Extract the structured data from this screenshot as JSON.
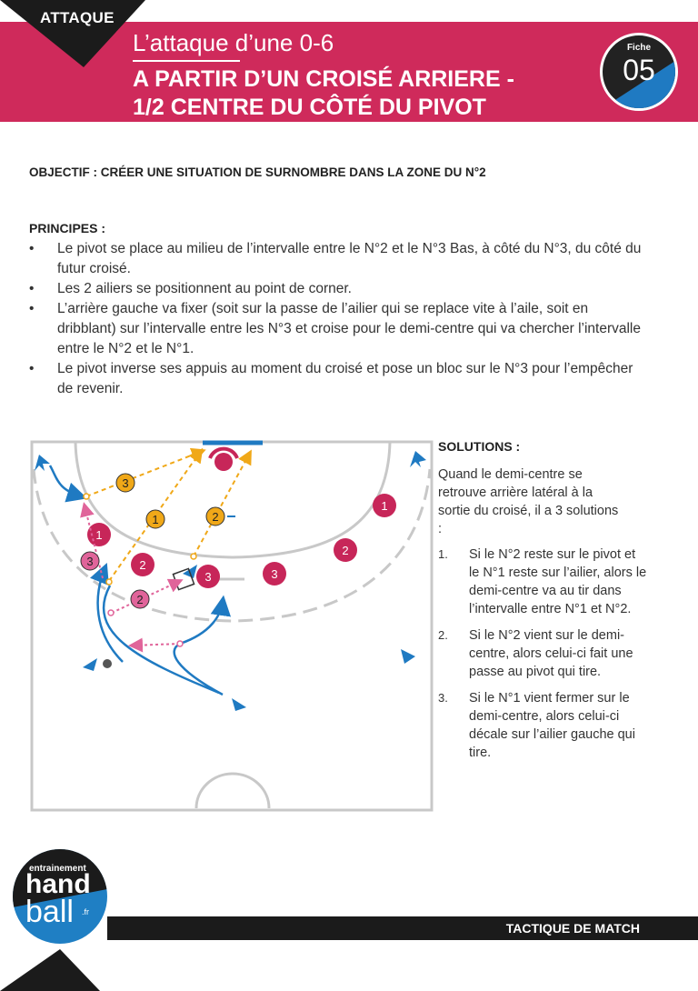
{
  "header": {
    "tag": "ATTAQUE",
    "title_light": "L’attaque d’une 0-6",
    "title_bold_line1": "A PARTIR D’UN CROISÉ ARRIERE -",
    "title_bold_line2": "1/2 CENTRE DU CÔTÉ DU PIVOT",
    "fiche_label": "Fiche",
    "fiche_number": "05"
  },
  "objective": "OBJECTIF : CRÉER UNE SITUATION DE SURNOMBRE DANS LA ZONE DU N°2",
  "principles": {
    "title": "PRINCIPES :",
    "items": [
      "Le pivot se place au milieu de l’intervalle entre le N°2 et le N°3 Bas, à côté du N°3, du côté du futur croisé.",
      "Les 2 ailiers se positionnent au point de corner.",
      "L’arrière gauche va fixer (soit sur la passe de l’ailier qui se replace vite à l’aile, soit en dribblant) sur l’intervalle entre les N°3 et croise pour le demi-centre qui va chercher l’intervalle entre le N°2 et le N°1.",
      "Le pivot inverse ses appuis au moment du croisé et pose un bloc sur le N°3 pour l’empêcher de revenir."
    ]
  },
  "diagram": {
    "defender_numbers": [
      "1",
      "2",
      "3",
      "3",
      "2",
      "1"
    ],
    "orange_labels": [
      "3",
      "1",
      "2"
    ],
    "pink_labels": [
      "3",
      "2"
    ],
    "colors": {
      "defender": "#c72659",
      "attacker": "#1f7ac2",
      "orange_pass": "#f0a818",
      "pink_move": "#e0649a",
      "court_line": "#c8c8c8"
    }
  },
  "solutions": {
    "title": "SOLUTIONS :",
    "intro": "Quand le demi-centre se retrouve arrière latéral à la sortie du croisé, il a 3 solutions :",
    "items": [
      {
        "num": "1.",
        "text": "Si le N°2 reste sur le pivot et le N°1 reste sur l’ailier, alors le demi-centre va au tir dans l’intervalle entre N°1 et N°2."
      },
      {
        "num": "2.",
        "text": "Si le N°2 vient sur le demi-centre, alors celui-ci fait une passe au pivot qui tire."
      },
      {
        "num": "3.",
        "text": "Si le N°1 vient fermer sur le demi-centre, alors celui-ci décale sur l’ailier gauche qui tire."
      }
    ]
  },
  "logo": {
    "line1": "entrainement",
    "line2": "hand",
    "line3": "ball",
    "suffix": ".fr"
  },
  "footer": {
    "label": "TACTIQUE DE MATCH"
  }
}
